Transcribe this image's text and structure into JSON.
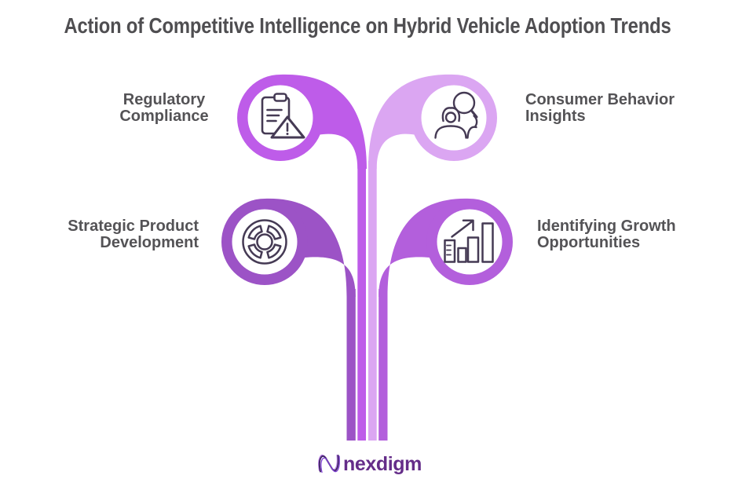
{
  "title": "Action of Competitive Intelligence on Hybrid Vehicle Adoption Trends",
  "branches": {
    "top_left": {
      "line1": "Regulatory",
      "line2": "Compliance",
      "icon": "clipboard-warning",
      "color": "#be5ce9"
    },
    "top_right": {
      "line1": "Consumer Behavior",
      "line2": "Insights",
      "icon": "people-magnifier",
      "color": "#dba6f2"
    },
    "bottom_left": {
      "line1": "Strategic Product",
      "line2": "Development",
      "icon": "steering-wheel",
      "color": "#9c53c6"
    },
    "bottom_right": {
      "line1": "Identifying Growth",
      "line2": "Opportunities",
      "icon": "growth-chart",
      "color": "#b35fdc"
    }
  },
  "colors": {
    "icon_stroke": "#453a54",
    "title_text": "#4f4e51",
    "label_text": "#545356",
    "logo_text": "#652d89",
    "logo_mark_dark": "#43246b",
    "logo_mark_mid": "#7e3fd1",
    "logo_mark_light": "#b678e6"
  },
  "logo": {
    "brand": "nexdigm"
  }
}
